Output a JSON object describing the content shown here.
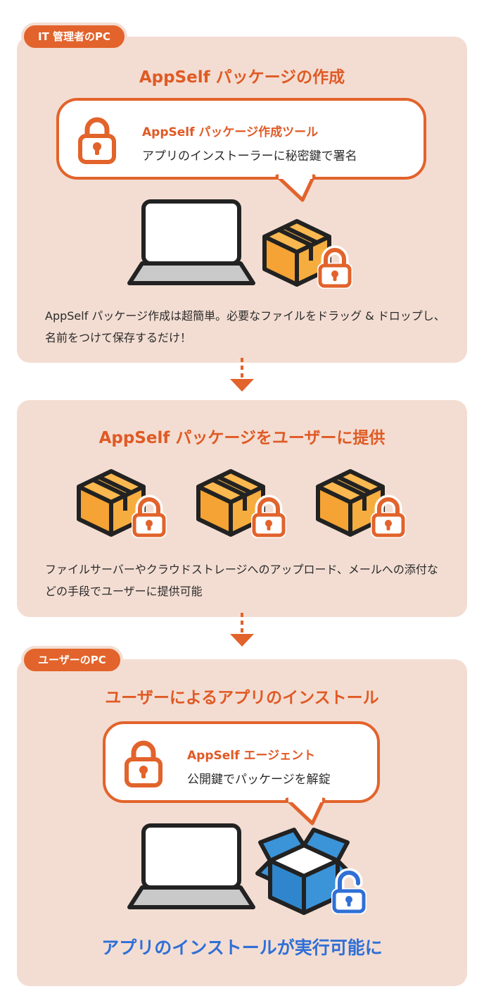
{
  "admin_pc": {
    "badge": "IT 管理者のPC",
    "title": "AppSelf パッケージの作成",
    "tool": {
      "title": "AppSelf パッケージ作成ツール",
      "subtitle": "アプリのインストーラーに秘密鍵で署名"
    },
    "description": "AppSelf パッケージ作成は超簡単。必要なファイルをドラッグ & ドロップし、名前をつけて保存するだけ！"
  },
  "distribution": {
    "title": "AppSelf パッケージをユーザーに提供",
    "description": "ファイルサーバーやクラウドストレージへのアップロード、メールへの添付などの手段でユーザーに提供可能"
  },
  "user_pc": {
    "badge": "ユーザーのPC",
    "title": "ユーザーによるアプリのインストール",
    "agent": {
      "title": "AppSelf エージェント",
      "subtitle": "公開鍵でパッケージを解錠"
    },
    "result": "アプリのインストールが実行可能に"
  },
  "colors": {
    "accent": "#e2632b",
    "panel_bg": "#f3ddd2",
    "box_fill": "#f7a93b",
    "open_box_fill": "#3b93d8",
    "result_text": "#2f6fd6"
  },
  "icons": [
    "lock-icon",
    "laptop-icon",
    "package-box-icon",
    "open-box-icon",
    "arrow-down-icon"
  ]
}
